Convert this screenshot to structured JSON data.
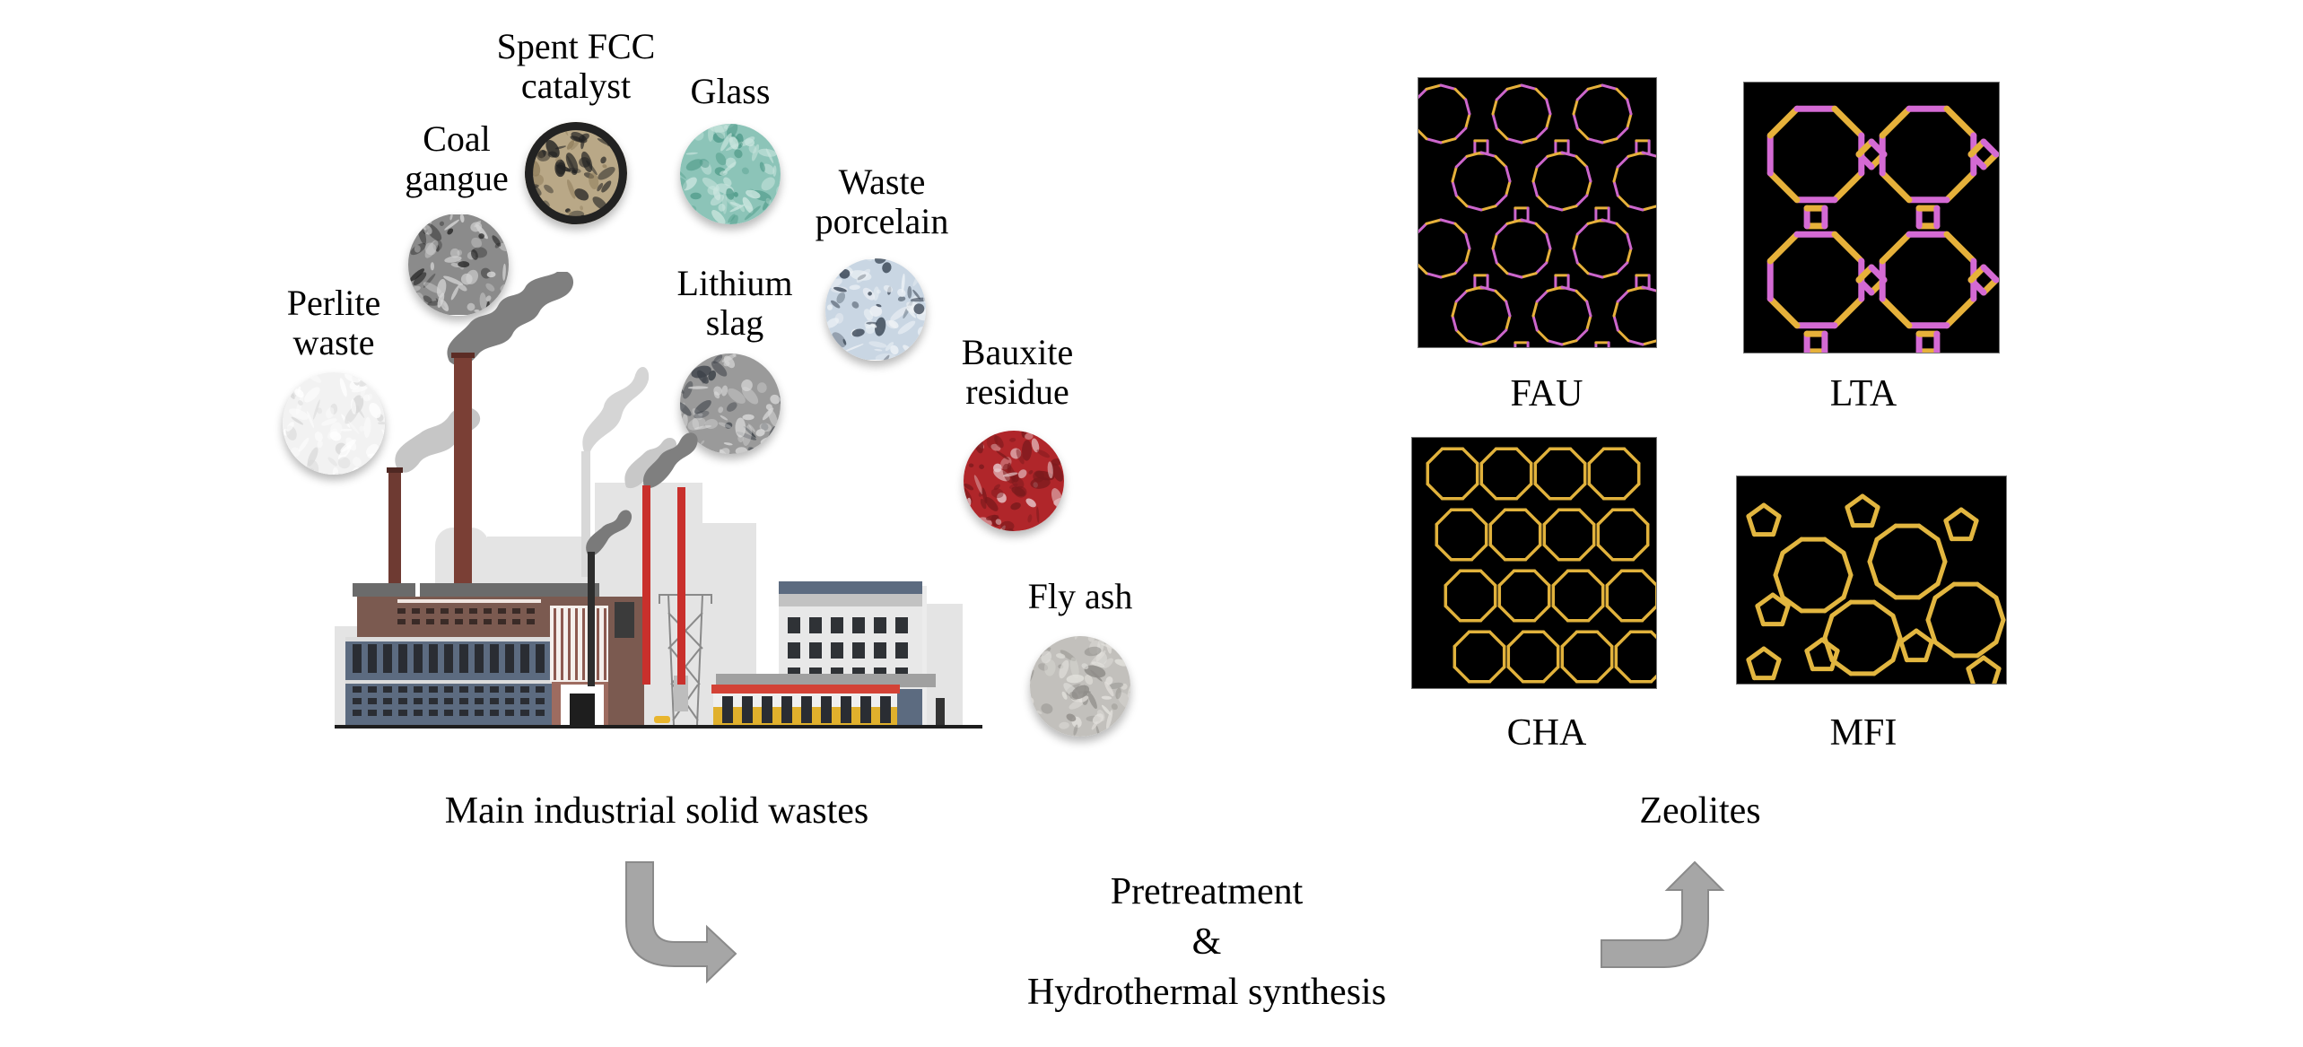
{
  "wastes": {
    "caption": "Main industrial solid wastes",
    "samples": [
      {
        "id": "spent-fcc",
        "line1": "Spent FCC",
        "line2": "catalyst",
        "colors": [
          "#b9a887",
          "#8f7d5b",
          "#222222"
        ]
      },
      {
        "id": "glass",
        "line1": "Glass",
        "line2": "",
        "colors": [
          "#8cc4b8",
          "#4e9a88",
          "#c9e5de"
        ]
      },
      {
        "id": "coal-gangue",
        "line1": "Coal",
        "line2": "gangue",
        "colors": [
          "#8b8b8b",
          "#2b2b2b",
          "#d4d4d4"
        ]
      },
      {
        "id": "perlite",
        "line1": "Perlite",
        "line2": "waste",
        "colors": [
          "#f2f2f2",
          "#d8d8d8",
          "#ffffff"
        ]
      },
      {
        "id": "lithium-slag",
        "line1": "Lithium",
        "line2": "slag",
        "colors": [
          "#9a9a9a",
          "#3c4148",
          "#d9d9d9"
        ]
      },
      {
        "id": "waste-porcelain",
        "line1": "Waste",
        "line2": "porcelain",
        "colors": [
          "#c9d6e3",
          "#3b4756",
          "#eef2f6"
        ]
      },
      {
        "id": "bauxite",
        "line1": "Bauxite",
        "line2": "residue",
        "colors": [
          "#b0262a",
          "#e8c9cc",
          "#7c1a1d"
        ]
      },
      {
        "id": "fly-ash",
        "line1": "Fly ash",
        "line2": "",
        "colors": [
          "#c2c0bc",
          "#8f8d89",
          "#e2e0dc"
        ]
      }
    ]
  },
  "process": {
    "line1": "Pretreatment",
    "line2": "&",
    "line3": "Hydrothermal synthesis",
    "arrow_color": "#a6a6a6",
    "arrow_stroke": "#8a8a8a"
  },
  "zeolites": {
    "caption": "Zeolites",
    "frameworks": [
      {
        "code": "FAU",
        "colors": [
          "#e6b13a",
          "#cc66cc"
        ]
      },
      {
        "code": "LTA",
        "colors": [
          "#e6b13a",
          "#d46ad4"
        ]
      },
      {
        "code": "CHA",
        "colors": [
          "#e1b23c"
        ]
      },
      {
        "code": "MFI",
        "colors": [
          "#e2b640"
        ]
      }
    ]
  },
  "factory": {
    "colors": {
      "brick": "#7a3f35",
      "brown_building": "#7b5a50",
      "slate": "#5c6b80",
      "red_stack": "#c9302c",
      "yellow": "#e0b02c",
      "smoke_dark": "#7f7f7f",
      "smoke_light": "#c9c9c9",
      "background_buildings": "#e3e3e3"
    }
  }
}
